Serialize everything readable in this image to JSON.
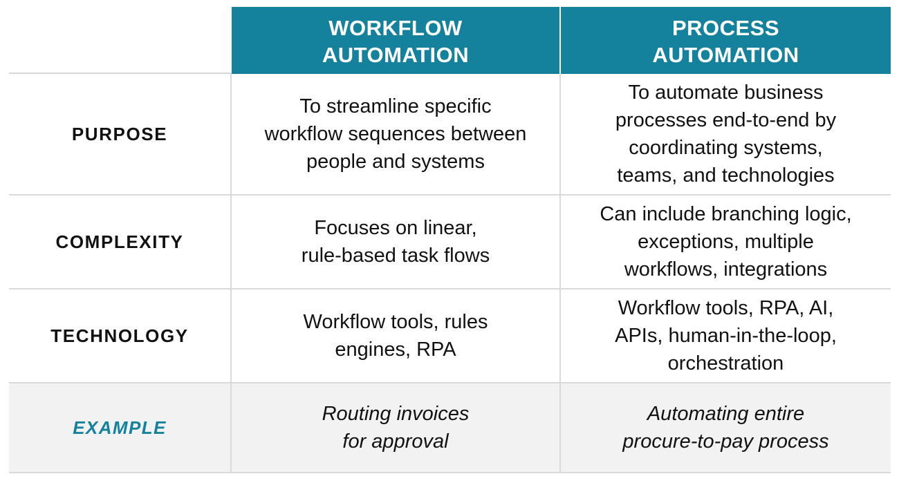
{
  "header": {
    "workflow_automation": [
      "WORKFLOW",
      "AUTOMATION"
    ],
    "process_automation": [
      "PROCESS",
      "AUTOMATION"
    ]
  },
  "rows": [
    {
      "label": "PURPOSE",
      "workflow": [
        "To streamline specific",
        "workflow sequences between",
        "people and systems"
      ],
      "process": [
        "To automate business",
        "processes end-to-end by",
        "coordinating systems,",
        "teams, and technologies"
      ]
    },
    {
      "label": "COMPLEXITY",
      "workflow": [
        "Focuses on linear,",
        "rule-based task flows"
      ],
      "process": [
        "Can include branching logic,",
        "exceptions, multiple",
        "workflows, integrations"
      ]
    },
    {
      "label": "TECHNOLOGY",
      "workflow": [
        "Workflow tools, rules",
        "engines, RPA"
      ],
      "process": [
        "Workflow tools, RPA, AI,",
        "APIs, human-in-the-loop,",
        "orchestration"
      ]
    },
    {
      "label": "EXAMPLE",
      "workflow": [
        "Routing invoices",
        "for approval"
      ],
      "process": [
        "Automating entire",
        "procure-to-pay process"
      ]
    }
  ],
  "colors": {
    "header_bg": "#14829c",
    "example_label": "#14829c",
    "example_row_bg": "#f2f2f2",
    "grid_line": "#d9d9d9"
  }
}
